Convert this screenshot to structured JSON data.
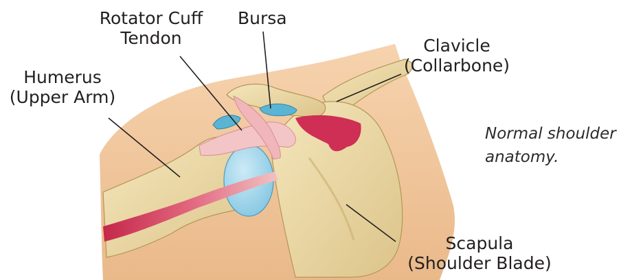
{
  "labels": {
    "rotator_cuff": [
      "Rotator Cuff",
      "Tendon"
    ],
    "bursa": "Bursa",
    "humerus": [
      "Humerus",
      "(Upper Arm)"
    ],
    "clavicle": [
      "Clavicle",
      "(Collarbone)"
    ],
    "scapula": [
      "Scapula",
      "(Shoulder Blade)"
    ]
  },
  "caption": [
    "Normal shoulder",
    "anatomy."
  ],
  "colors": {
    "skin": "#f3c9a0",
    "bone": "#ecdba6",
    "bone_shadow": "#c9ad6e",
    "muscle": "#d23a5a",
    "tendon": "#f2c6c8",
    "bursa": "#6bbfd8",
    "cartilage": "#a9d9ee"
  }
}
